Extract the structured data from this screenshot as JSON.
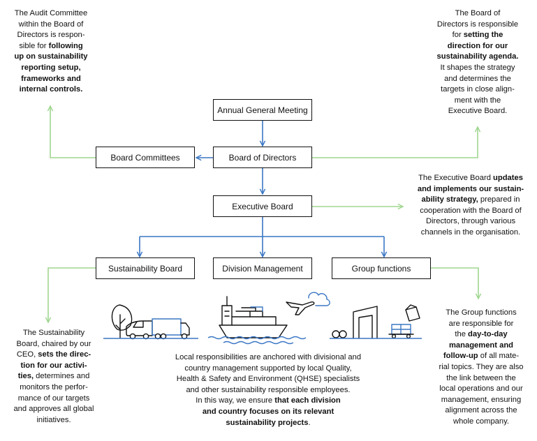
{
  "boxes": {
    "agm": "Annual General Meeting",
    "bod": "Board of Directors",
    "committees": "Board Committees",
    "executive": "Executive Board",
    "sustainability": "Sustainability Board",
    "division": "Division Management",
    "group": "Group functions"
  },
  "notes": {
    "audit": {
      "l1": "The Audit Committee",
      "l2": "within the Board of",
      "l3": "Directors is respon-",
      "l4a": "sible for ",
      "l4b": "following",
      "l5": "up on sustainability",
      "l6": "reporting setup,",
      "l7": "frameworks and",
      "l8": "internal controls."
    },
    "board": {
      "l1": "The Board of",
      "l2": "Directors is responsible",
      "l3a": "for ",
      "l3b": "setting the",
      "l4": "direction for our",
      "l5": "sustainability agenda.",
      "l6": "It shapes the strategy",
      "l7": "and determines the",
      "l8": "targets in close align-",
      "l9": "ment with the",
      "l10": "Executive Board."
    },
    "exec": {
      "l1a": "The Executive Board ",
      "l1b": "updates",
      "l2": "and implements our sustain-",
      "l3a": "ability  strategy,",
      "l3b": " prepared in",
      "l4": "cooperation with the Board of",
      "l5": "Directors, through various",
      "l6": "channels in the organisation."
    },
    "sust": {
      "l1": "The Sustainability",
      "l2": "Board, chaired by our",
      "l3a": "CEO, ",
      "l3b": "sets the direc-",
      "l4": "tion for our activi-",
      "l5a": "ties,",
      "l5b": " determines and",
      "l6": "monitors the perfor-",
      "l7": "mance of our targets",
      "l8": "and approves all global",
      "l9": "initiatives."
    },
    "local": {
      "l1": "Local responsibilities are anchored with divisional and",
      "l2": "country management supported by local Quality,",
      "l3": "Health & Safety and Environment (QHSE) specialists",
      "l4": "and other sustainability responsible employees.",
      "l5a": "In this way, we ensure ",
      "l5b": "that each division",
      "l6": "and country focuses on its relevant",
      "l7": "sustainability projects",
      "l7c": "."
    },
    "group": {
      "l1": "The Group functions",
      "l2": "are responsible for",
      "l3a": "the ",
      "l3b": "day-to-day",
      "l4": "management and",
      "l5a": "follow-up",
      "l5b": " of all mate-",
      "l6": "rial topics. They are also",
      "l7": "the link between the",
      "l8": "local operations and our",
      "l9": "management, ensuring",
      "l10": "alignment across the",
      "l11": "whole company."
    }
  },
  "colors": {
    "blue_arrow": "#3a76c4",
    "green_arrow": "#9fd68f",
    "line_dark": "#111111",
    "wave_blue": "#3a76c4"
  },
  "icons": [
    "tree-icon",
    "van-icon",
    "truck-icon",
    "ship-icon",
    "airplane-icon",
    "cloud-icon",
    "warehouse-icon",
    "pallet-icon",
    "parcel-icon",
    "forklift-icon"
  ]
}
